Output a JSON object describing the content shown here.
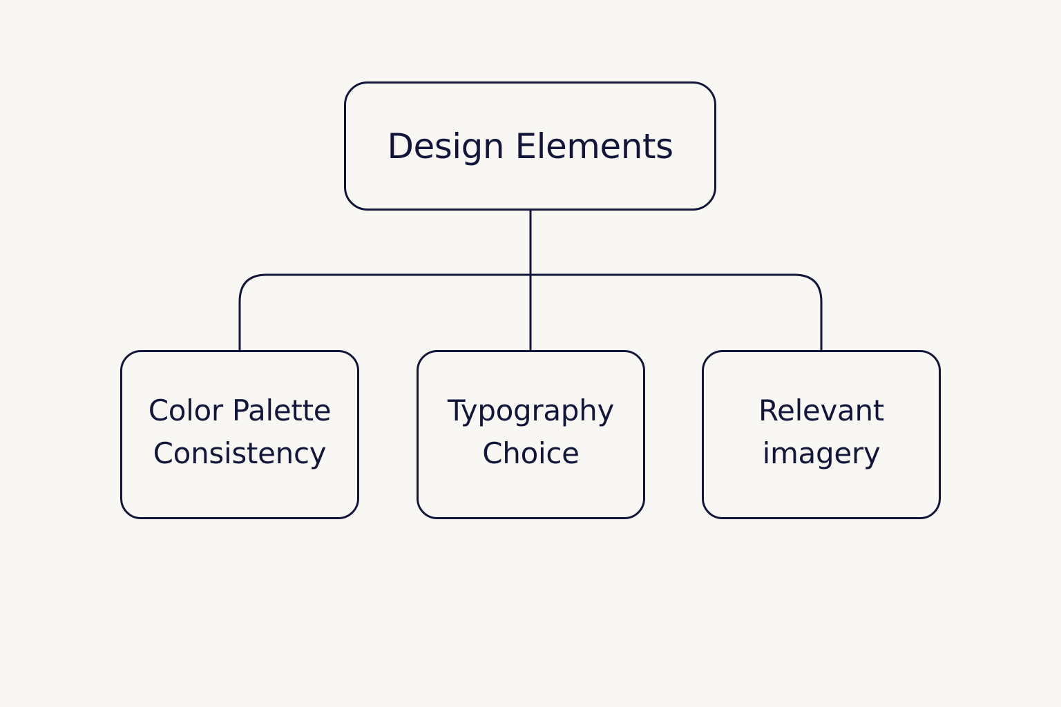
{
  "diagram": {
    "root": {
      "label": "Design Elements"
    },
    "children": [
      {
        "label": "Color Palette\nConsistency"
      },
      {
        "label": "Typography\nChoice"
      },
      {
        "label": "Relevant\nimagery"
      }
    ]
  },
  "colors": {
    "background": "#f9f7f4",
    "stroke": "#12163a",
    "text": "#12163a"
  }
}
